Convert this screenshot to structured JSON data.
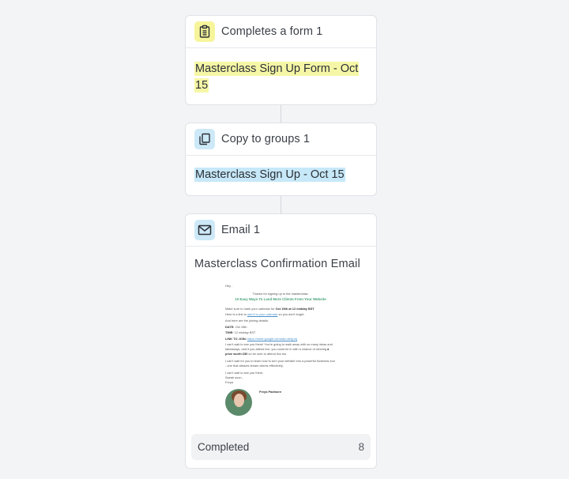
{
  "steps": {
    "form": {
      "title": "Completes a form 1",
      "icon": "clipboard-icon",
      "value": "Masterclass Sign Up Form - Oct 15"
    },
    "copy": {
      "title": "Copy to groups 1",
      "icon": "copy-icon",
      "value": "Masterclass Sign Up - Oct 15"
    },
    "email": {
      "title": "Email 1",
      "icon": "envelope-icon",
      "subject": "Masterclass Confirmation Email",
      "preview": {
        "greeting": "Hey ,",
        "intro": "Thanks for signing up to the masterclass:",
        "headline": "10 Easy Ways To Land More Clients From Your Website",
        "calendar_prefix": "Make sure to mark your calendar for",
        "calendar_date": "Oct 15th at 12 midday BST",
        "link_prefix": "Here is a link to",
        "link_text": "add it to your calendar",
        "link_suffix": "so you don't forget.",
        "details_intro": "And here are the joining details:",
        "date_label": "DATE:",
        "date_value": "Oct 15th",
        "time_label": "TIME:",
        "time_value": "12 midday BST",
        "join_label": "LINK TO JOIN:",
        "join_link": "https://meet.google.com/abc-defg-hij",
        "para1": "I can't wait to see you there! You're going to walk away with so many ideas and takeaways, and if you attend live, you could be in with a chance of winning",
        "prize": "a prize worth £50",
        "para1_end": "so be sure to attend live too.",
        "para2": "I can't wait for you to learn how to turn your website into a powerful business tool - one that attracts dream clients effectively.",
        "closing1": "I can't wait to see you there,",
        "closing2": "Speak soon,",
        "closing3": "Freya",
        "signature_name": "Freya Padmore"
      },
      "status_label": "Completed",
      "status_count": "8"
    }
  },
  "colors": {
    "yellow_highlight": "#f6f7a6",
    "blue_highlight": "#c7e8f8",
    "background": "#f3f4f6"
  }
}
